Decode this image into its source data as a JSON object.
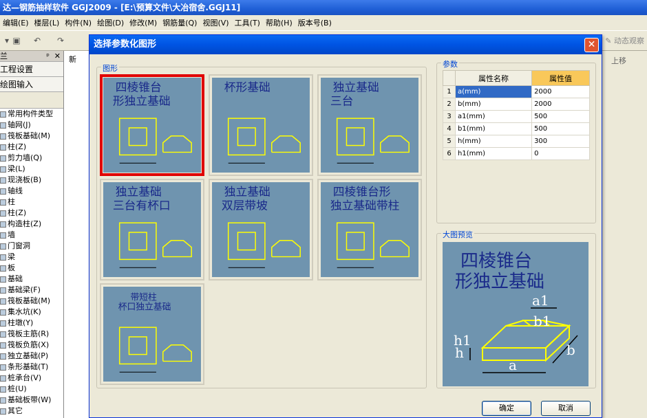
{
  "app": {
    "title": "达—钢筋抽样软件 GGJ2009 - [E:\\预算文件\\大冶宿舍.GGJ11]"
  },
  "menu": [
    "编辑(E)",
    "楼层(L)",
    "构件(N)",
    "绘图(D)",
    "修改(M)",
    "钢筋量(Q)",
    "视图(V)",
    "工具(T)",
    "帮助(H)",
    "版本号(B)"
  ],
  "toolbar": {
    "right_label": "动态观察"
  },
  "left_panel": {
    "header": "兰",
    "btn_project": "工程设置",
    "btn_draw": "绘图输入",
    "tree": [
      "常用构件类型",
      "轴网(J)",
      "筏板基础(M)",
      "柱(Z)",
      "剪力墙(Q)",
      "梁(L)",
      "现浇板(B)",
      "轴线",
      "柱",
      "柱(Z)",
      "构造柱(Z)",
      "墙",
      "门窗洞",
      "梁",
      "板",
      "基础",
      "基础梁(F)",
      "筏板基础(M)",
      "集水坑(K)",
      "柱墩(Y)",
      "筏板主筋(R)",
      "筏板负筋(X)",
      "独立基础(P)",
      "条形基础(T)",
      "桩承台(V)",
      "桩(U)",
      "基础板带(W)",
      "其它"
    ]
  },
  "document": {
    "tab": "新",
    "upmove": "上移"
  },
  "dialog": {
    "title": "选择参数化图形",
    "group_shapes": "图形",
    "group_params": "参数",
    "group_preview": "大图预览",
    "ok": "确定",
    "cancel": "取消",
    "table_headers": [
      "属性名称",
      "属性值"
    ],
    "params": [
      {
        "idx": "1",
        "name": "a(mm)",
        "value": "2000"
      },
      {
        "idx": "2",
        "name": "b(mm)",
        "value": "2000"
      },
      {
        "idx": "3",
        "name": "a1(mm)",
        "value": "500"
      },
      {
        "idx": "4",
        "name": "b1(mm)",
        "value": "500"
      },
      {
        "idx": "5",
        "name": "h(mm)",
        "value": "300"
      },
      {
        "idx": "6",
        "name": "h1(mm)",
        "value": "0"
      }
    ],
    "shapes": [
      {
        "title1": "四棱锥台",
        "title2": "形独立基础"
      },
      {
        "title1": "杯形基础",
        "title2": ""
      },
      {
        "title1": "独立基础",
        "title2": "三台"
      },
      {
        "title1": "独立基础",
        "title2": "三台有杯口"
      },
      {
        "title1": "独立基础",
        "title2": "双层带坡"
      },
      {
        "title1": "四棱锥台形",
        "title2": "独立基础带柱"
      },
      {
        "title1": "带短柱",
        "title2": "杯口独立基础"
      }
    ],
    "preview": {
      "title1": "四棱锥台",
      "title2": "形独立基础"
    }
  },
  "colors": {
    "card_bg": "#6f94af",
    "selected_border": "#e00000",
    "drawing": "#ffff00",
    "title_text": "#1a2a8a"
  }
}
